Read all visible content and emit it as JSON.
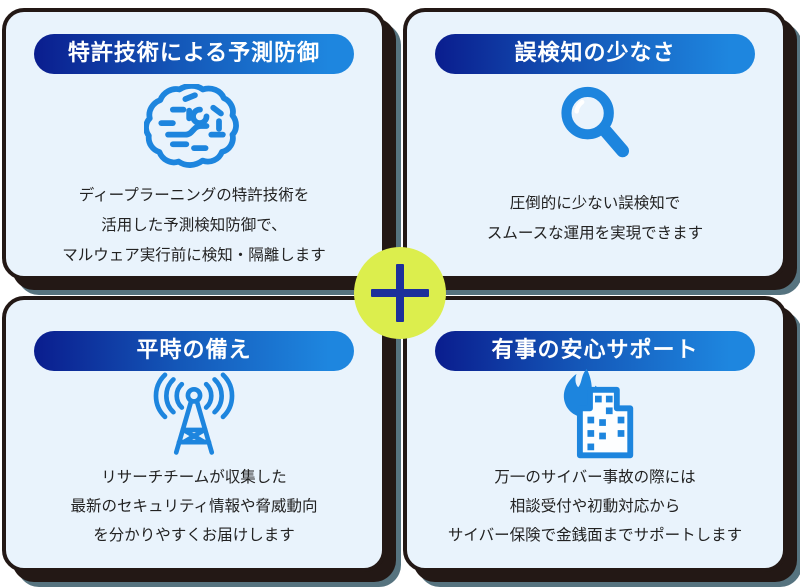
{
  "colors": {
    "page_bg": "#ffffff",
    "card_bg": "#e9f3fc",
    "card_outline": "#231815",
    "secondary_shadow": "#56737f",
    "pill_gradient_start": "#0a1d8e",
    "pill_gradient_end": "#1e86df",
    "pill_text": "#ffffff",
    "icon_blue": "#1d85de",
    "body_text": "#222222",
    "plus_circle_bg": "#dcee4d",
    "plus_sign": "#1b2f9b"
  },
  "center": {
    "symbol": "+"
  },
  "cards": [
    {
      "title": "特許技術による予測防御",
      "icon": "brain-icon",
      "lines": [
        "ディープラーニングの特許技術を",
        "活用した予測検知防御で、",
        "マルウェア実行前に検知・隔離します"
      ]
    },
    {
      "title": "誤検知の少なさ",
      "icon": "magnifier-icon",
      "lines": [
        "圧倒的に少ない誤検知で",
        "スムースな運用を実現できます"
      ]
    },
    {
      "title": "平時の備え",
      "icon": "antenna-icon",
      "lines": [
        "リサーチチームが収集した",
        "最新のセキュリティ情報や脅威動向",
        "を分かりやすくお届けします"
      ]
    },
    {
      "title": "有事の安心サポート",
      "icon": "fire-building-icon",
      "lines": [
        "万一のサイバー事故の際には",
        "相談受付や初動対応から",
        "サイバー保険で金銭面までサポートします"
      ]
    }
  ]
}
